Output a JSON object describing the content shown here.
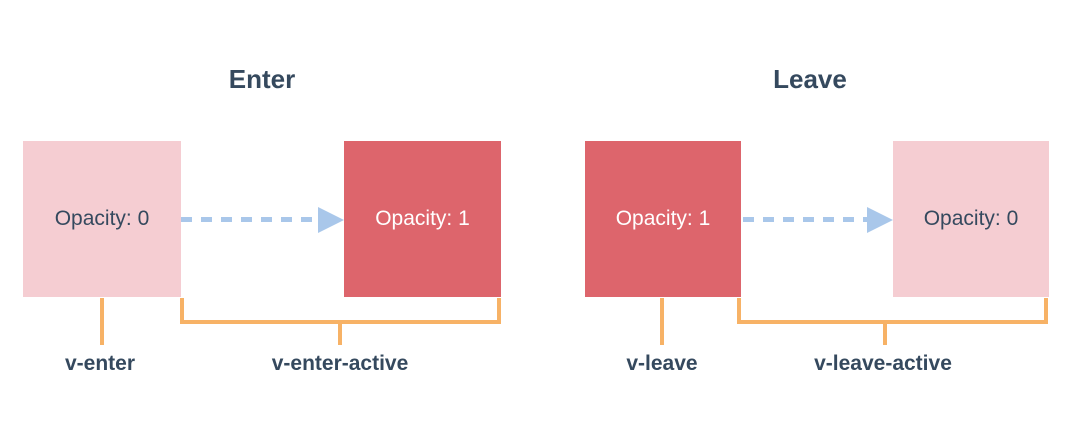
{
  "palette": {
    "background": "#ffffff",
    "navy_text": "#35495e",
    "pink_box": "#f5cdd2",
    "red_box": "#dd656c",
    "orange_line": "#f7b266",
    "arrow_blue": "#a9c7ea",
    "white_text": "#ffffff"
  },
  "sections": [
    {
      "title": "Enter",
      "from_box": {
        "label": "Opacity: 0"
      },
      "to_box": {
        "label": "Opacity: 1"
      },
      "start_class": "v-enter",
      "active_class": "v-enter-active"
    },
    {
      "title": "Leave",
      "from_box": {
        "label": "Opacity: 1"
      },
      "to_box": {
        "label": "Opacity: 0"
      },
      "start_class": "v-leave",
      "active_class": "v-leave-active"
    }
  ]
}
